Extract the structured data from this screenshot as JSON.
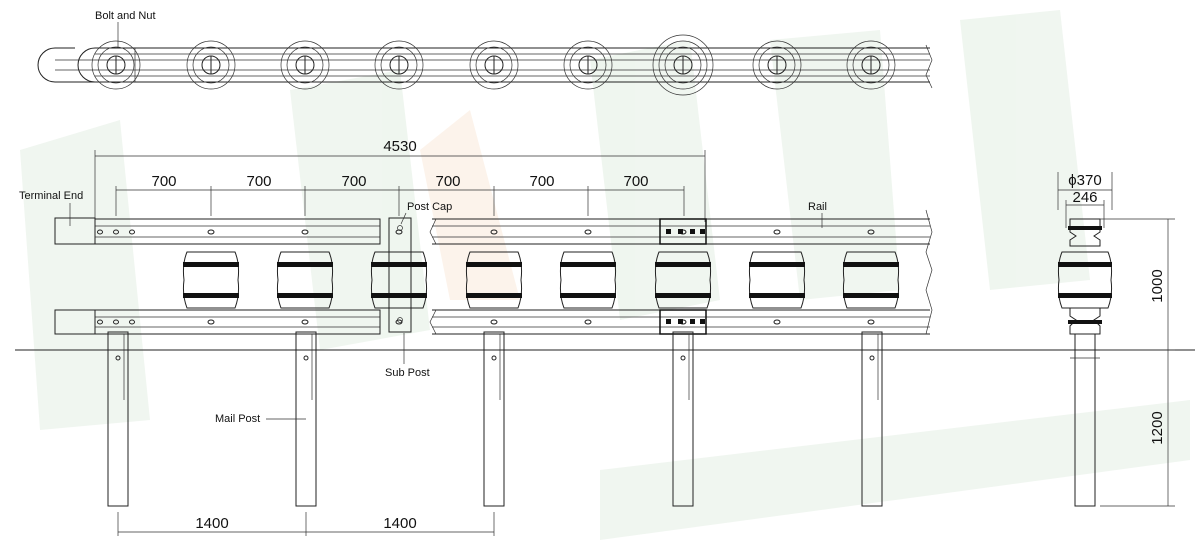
{
  "labels": {
    "bolt_and_nut": "Bolt and Nut",
    "terminal_end": "Terminal End",
    "post_cap": "Post Cap",
    "rail": "Rail",
    "sub_post": "Sub Post",
    "mail_post": "Mail Post"
  },
  "dimensions": {
    "overall": "4530",
    "roller_spacing": [
      "700",
      "700",
      "700",
      "700",
      "700",
      "700"
    ],
    "post_spacing": [
      "1400",
      "1400"
    ],
    "roller_outer_dia": "ϕ370",
    "roller_inner": "246",
    "height_above_ground": "1000",
    "embed_depth": "1200"
  },
  "colors": {
    "line": "#222222",
    "watermark_green": "#e3efe3",
    "watermark_orange": "#fbeadb"
  }
}
